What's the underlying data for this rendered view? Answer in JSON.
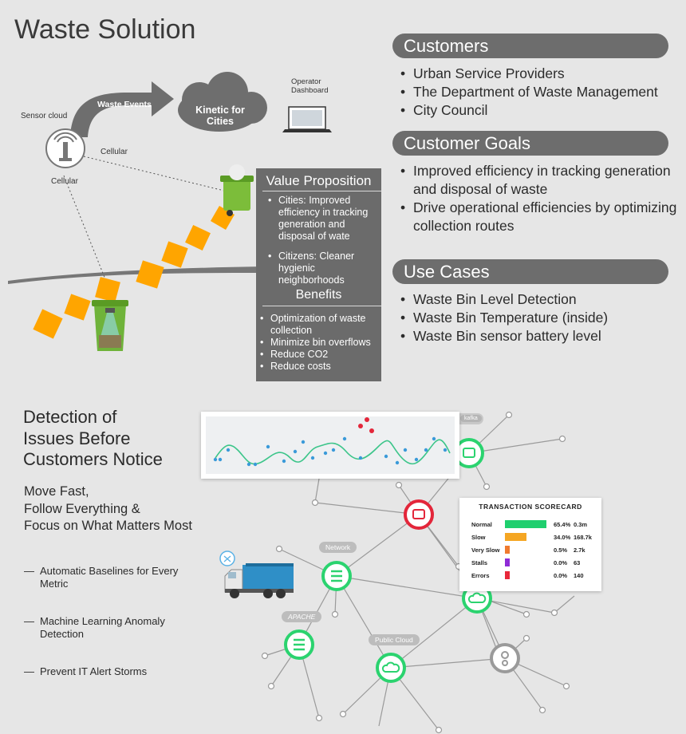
{
  "page_title": "Waste Solution",
  "diagram": {
    "sensor_cloud": "Sensor cloud",
    "waste_events": "Waste Events",
    "kinetic": "Kinetic for Cities",
    "operator_dashboard": "Operator Dashboard",
    "cellular_1": "Cellular",
    "cellular_2": "Cellular"
  },
  "value_proposition": {
    "title": "Value Proposition",
    "items": [
      "Cities: Improved efficiency in tracking generation and disposal of wate",
      "Citizens: Cleaner hygienic neighborhoods"
    ],
    "benefits_title": "Benefits",
    "benefits": [
      "Optimization of waste collection",
      "Minimize bin overflows",
      "Reduce CO2",
      "Reduce costs"
    ]
  },
  "customers": {
    "title": "Customers",
    "items": [
      "Urban Service Providers",
      "The Department of Waste Management",
      "City Council"
    ]
  },
  "goals": {
    "title": "Customer Goals",
    "items": [
      "Improved efficiency in tracking generation and disposal of waste",
      "Drive operational efficiencies by optimizing collection routes"
    ]
  },
  "use_cases": {
    "title": "Use Cases",
    "items": [
      "Waste Bin Level Detection",
      "Waste Bin Temperature (inside)",
      "Waste Bin sensor battery level"
    ]
  },
  "detection": {
    "title_line1": "Detection of",
    "title_line2": "Issues Before",
    "title_line3": "Customers  Notice",
    "move_line1": "Move Fast,",
    "move_line2": "Follow Everything &",
    "move_line3": "Focus  on What Matters Most",
    "features": [
      "Automatic Baselines for Every Metric",
      "Machine Learning Anomaly Detection",
      "Prevent IT Alert Storms"
    ],
    "dash": "—"
  },
  "network_labels": {
    "kafka": "kafka",
    "network": "Network",
    "apache": "APACHE",
    "public_cloud": "Public Cloud"
  },
  "scorecard": {
    "title": "TRANSACTION SCORECARD",
    "rows": [
      {
        "label": "Normal",
        "pct": "65.4%",
        "count": "0.3m",
        "color": "#1fcf6e",
        "share": 65.4
      },
      {
        "label": "Slow",
        "pct": "34.0%",
        "count": "168.7k",
        "color": "#f5a623",
        "share": 34.0
      },
      {
        "label": "Very Slow",
        "pct": "0.5%",
        "count": "2.7k",
        "color": "#f07a2e",
        "share": 0.5
      },
      {
        "label": "Stalls",
        "pct": "0.0%",
        "count": "63",
        "color": "#8e2bd6",
        "share": 0.0
      },
      {
        "label": "Errors",
        "pct": "0.0%",
        "count": "140",
        "color": "#e8273a",
        "share": 0.0
      }
    ]
  },
  "colors": {
    "accent_green": "#2bd36f",
    "alert_red": "#e3263a",
    "panel_gray": "#6b6b6b",
    "arrow_orange": "#ffa500"
  }
}
